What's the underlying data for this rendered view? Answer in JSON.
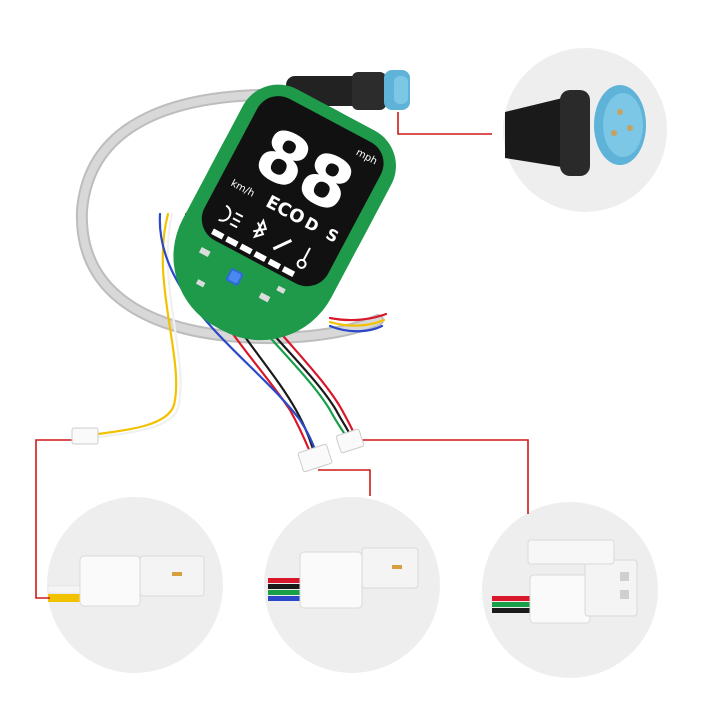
{
  "board": {
    "speed_digits": "88",
    "unit_kmh": "km/h",
    "unit_mph": "mph",
    "mode_eco": "ECO",
    "mode_d": "D",
    "mode_s": "S"
  },
  "colors": {
    "background": "#ffffff",
    "zoom_circle": "#eeeeee",
    "callout_line": "#d01818",
    "cable_grey": "#cfcfcf",
    "pcb_green": "#1f9a4a",
    "display_black": "#111111",
    "connector_blue": "#5fb3d9",
    "connector_white": "#f7f7f7",
    "wire_red": "#d8182a",
    "wire_black": "#1a1a1a",
    "wire_green": "#18a048",
    "wire_blue": "#2a48c8",
    "wire_yellow": "#f2c200",
    "wire_white": "#f0f0f0"
  },
  "icons": [
    "headlight-icon",
    "bluetooth-icon",
    "wrench-icon",
    "thermometer-icon"
  ]
}
